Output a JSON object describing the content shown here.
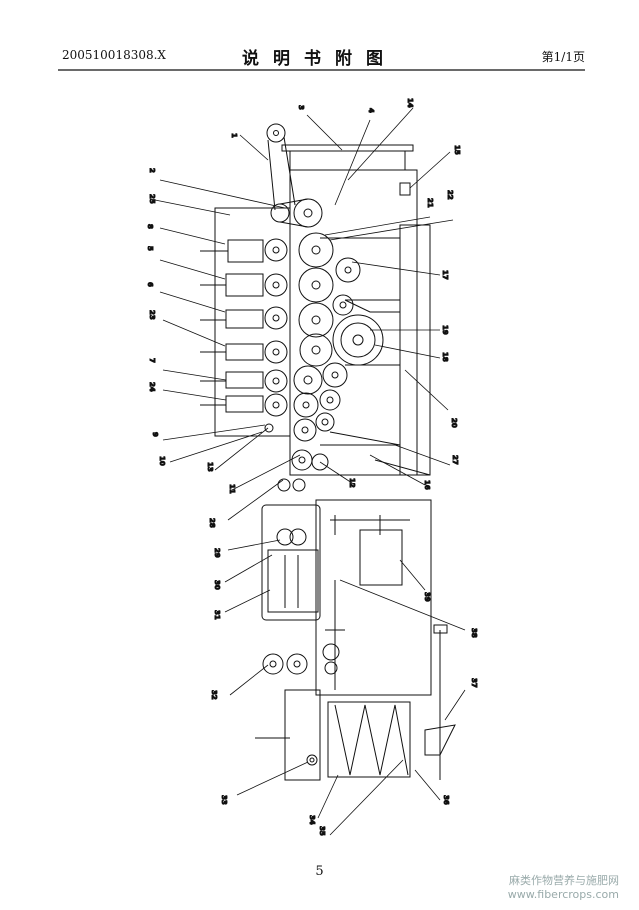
{
  "header": {
    "doc_number": "200510018308.X",
    "title": "说明书附图",
    "page_of": "第1/1页"
  },
  "page_number": "5",
  "watermark": {
    "line1": "麻类作物营养与施肥网",
    "line2": "www.fibercrops.com"
  },
  "labels": [
    "1",
    "2",
    "3",
    "4",
    "5",
    "6",
    "7",
    "8",
    "9",
    "10",
    "11",
    "12",
    "13",
    "14",
    "15",
    "16",
    "17",
    "18",
    "19",
    "20",
    "21",
    "22",
    "23",
    "24",
    "25",
    "27",
    "28",
    "29",
    "30",
    "31",
    "32",
    "33",
    "34",
    "35",
    "36",
    "37",
    "38",
    "39"
  ]
}
